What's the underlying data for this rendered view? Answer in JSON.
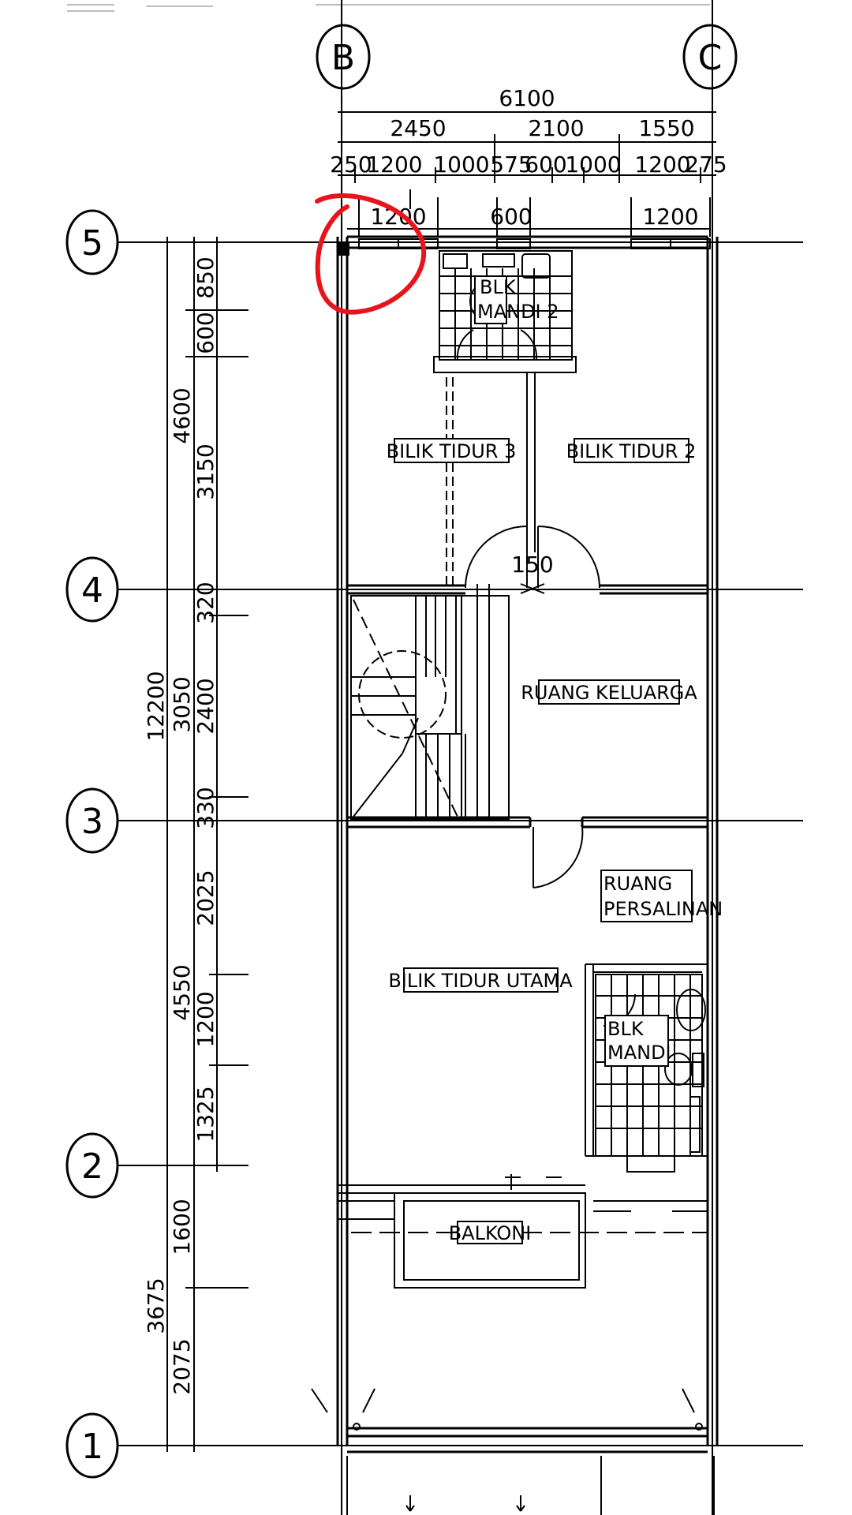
{
  "grid_bubbles": {
    "B": "B",
    "C": "C",
    "g5": "5",
    "g4": "4",
    "g3": "3",
    "g2": "2",
    "g1": "1"
  },
  "top_dims": {
    "overall": "6100",
    "seg1": "2450",
    "seg2": "2100",
    "seg3": "1550",
    "d1": "250",
    "d2": "1200",
    "d3": "1000",
    "d4": "575",
    "d5": "600",
    "d6": "1000",
    "d7": "1200",
    "d8": "275",
    "win1": "1200",
    "win2": "600",
    "win3": "1200"
  },
  "left_dims": {
    "total": "12200",
    "g54": "4600",
    "g43": "3050",
    "g32": "4550",
    "g21": "3675",
    "a850": "850",
    "a600": "600",
    "a3150": "3150",
    "a320": "320",
    "a2400": "2400",
    "a330": "330",
    "a2025": "2025",
    "a1200": "1200",
    "a1325": "1325",
    "a1600": "1600",
    "a2075": "2075"
  },
  "rooms": {
    "blk_mandi_2_line1": "BLK",
    "blk_mandi_2_line2": "MANDI 2",
    "bilik_tidur_3": "BILIK TIDUR 3",
    "bilik_tidur_2": "BILIK TIDUR 2",
    "ruang_keluarga": "RUANG KELUARGA",
    "ruang_persalinan_line1": "RUANG",
    "ruang_persalinan_line2": "PERSALINAN",
    "bilik_tidur_utama": "BILIK TIDUR UTAMA",
    "blk_mandi_line1": "BLK",
    "blk_mandi_line2": "MANDI",
    "balkoni": "BALKONI"
  },
  "misc": {
    "door_dim": "150"
  },
  "annotation": {
    "color": "#e8141c"
  }
}
